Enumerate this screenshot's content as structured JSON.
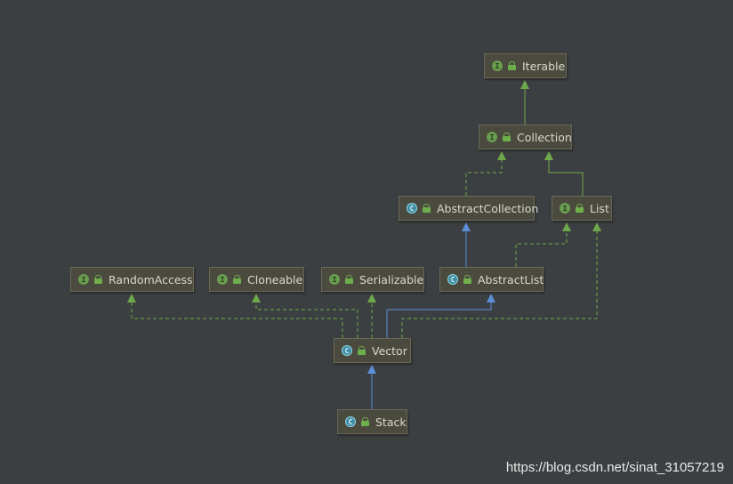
{
  "nodes": [
    {
      "id": "iterable",
      "label": "Iterable",
      "kind": "interface",
      "badge": "I"
    },
    {
      "id": "collection",
      "label": "Collection",
      "kind": "interface",
      "badge": "I"
    },
    {
      "id": "abstractcollection",
      "label": "AbstractCollection",
      "kind": "class",
      "badge": "C"
    },
    {
      "id": "list",
      "label": "List",
      "kind": "interface",
      "badge": "I"
    },
    {
      "id": "randomaccess",
      "label": "RandomAccess",
      "kind": "interface",
      "badge": "I"
    },
    {
      "id": "cloneable",
      "label": "Cloneable",
      "kind": "interface",
      "badge": "I"
    },
    {
      "id": "serializable",
      "label": "Serializable",
      "kind": "interface",
      "badge": "I"
    },
    {
      "id": "abstractlist",
      "label": "AbstractList",
      "kind": "class",
      "badge": "C"
    },
    {
      "id": "vector",
      "label": "Vector",
      "kind": "class",
      "badge": "C"
    },
    {
      "id": "stack",
      "label": "Stack",
      "kind": "class",
      "badge": "C"
    }
  ],
  "edges": [
    {
      "from": "collection",
      "to": "iterable",
      "type": "extends"
    },
    {
      "from": "abstractcollection",
      "to": "collection",
      "type": "implements"
    },
    {
      "from": "list",
      "to": "collection",
      "type": "extends"
    },
    {
      "from": "abstractlist",
      "to": "abstractcollection",
      "type": "extends"
    },
    {
      "from": "abstractlist",
      "to": "list",
      "type": "implements"
    },
    {
      "from": "vector",
      "to": "randomaccess",
      "type": "implements"
    },
    {
      "from": "vector",
      "to": "cloneable",
      "type": "implements"
    },
    {
      "from": "vector",
      "to": "serializable",
      "type": "implements"
    },
    {
      "from": "vector",
      "to": "abstractlist",
      "type": "extends"
    },
    {
      "from": "vector",
      "to": "list",
      "type": "implements"
    },
    {
      "from": "stack",
      "to": "vector",
      "type": "extends"
    }
  ],
  "colors": {
    "background": "#3c3f41",
    "interface_edge": "#6fa84a",
    "class_edge": "#5b8fd6",
    "node_fill": "#4b4a3f"
  },
  "watermark": "https://blog.csdn.net/sinat_31057219"
}
